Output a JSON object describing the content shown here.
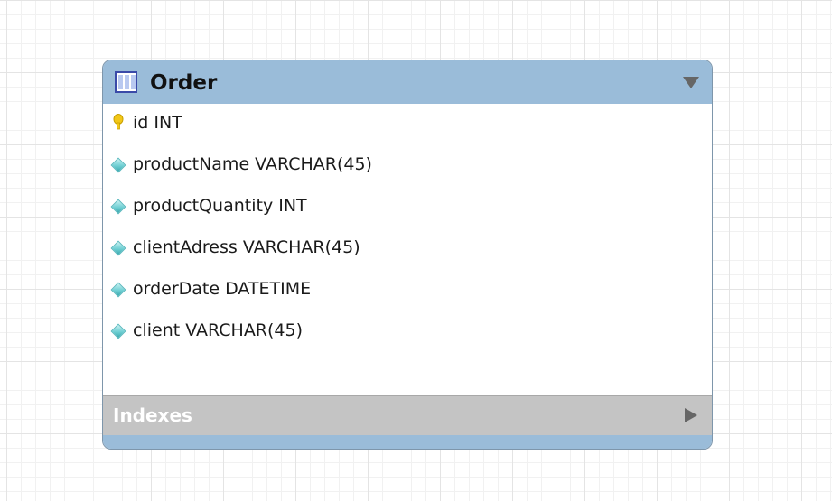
{
  "entity": {
    "title": "Order",
    "icon": "table-icon",
    "collapse_icon": "collapse-triangle-icon",
    "header_color": "#9abcd9",
    "columns": [
      {
        "label": "id INT",
        "icon": "primary-key-icon"
      },
      {
        "label": "productName VARCHAR(45)",
        "icon": "column-diamond-icon"
      },
      {
        "label": "productQuantity INT",
        "icon": "column-diamond-icon"
      },
      {
        "label": "clientAdress VARCHAR(45)",
        "icon": "column-diamond-icon"
      },
      {
        "label": "orderDate DATETIME",
        "icon": "column-diamond-icon"
      },
      {
        "label": "client VARCHAR(45)",
        "icon": "column-diamond-icon"
      }
    ],
    "indexes": {
      "label": "Indexes",
      "expand_icon": "expand-triangle-icon"
    }
  }
}
